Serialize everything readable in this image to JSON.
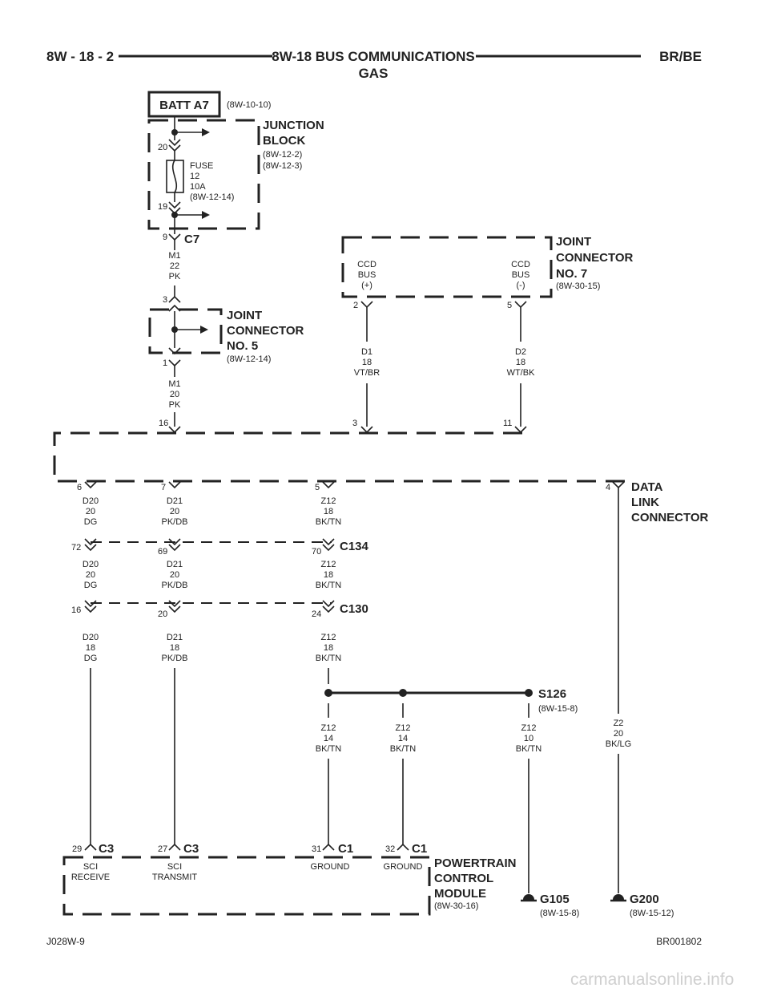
{
  "header": {
    "page_left": "8W - 18 - 2",
    "title_line1": "8W-18 BUS COMMUNICATIONS",
    "title_line2": "GAS",
    "page_right": "BR/BE"
  },
  "batt": {
    "label": "BATT A7",
    "ref": "(8W-10-10)"
  },
  "junction_block": {
    "name_line1": "JUNCTION",
    "name_line2": "BLOCK",
    "ref1": "(8W-12-2)",
    "ref2": "(8W-12-3)",
    "pin_top": "20",
    "pin_bottom": "19",
    "fuse_line1": "FUSE",
    "fuse_line2": "12",
    "fuse_line3": "10A",
    "fuse_line4": "(8W-12-14)"
  },
  "c7": {
    "pin": "9",
    "label": "C7"
  },
  "wire_m1_22": {
    "line1": "M1",
    "line2": "22",
    "line3": "PK"
  },
  "joint5": {
    "name_line1": "JOINT",
    "name_line2": "CONNECTOR",
    "name_line3": "NO. 5",
    "ref": "(8W-12-14)",
    "pin_top": "3",
    "pin_bottom": "1"
  },
  "wire_m1_20": {
    "line1": "M1",
    "line2": "20",
    "line3": "PK"
  },
  "joint7": {
    "name_line1": "JOINT",
    "name_line2": "CONNECTOR",
    "name_line3": "NO. 7",
    "ref": "(8W-30-15)",
    "plus_line1": "CCD",
    "plus_line2": "BUS",
    "plus_line3": "(+)",
    "minus_line1": "CCD",
    "minus_line2": "BUS",
    "minus_line3": "(-)",
    "pin_plus": "2",
    "pin_minus": "5"
  },
  "wire_d1": {
    "line1": "D1",
    "line2": "18",
    "line3": "VT/BR"
  },
  "wire_d2": {
    "line1": "D2",
    "line2": "18",
    "line3": "WT/BK"
  },
  "dlc": {
    "name_line1": "DATA",
    "name_line2": "LINK",
    "name_line3": "CONNECTOR",
    "pin_in_m1": "16",
    "pin_in_d1": "3",
    "pin_in_d2": "11",
    "pin_d20": "6",
    "pin_d21": "7",
    "pin_z12": "5",
    "pin_z2": "4"
  },
  "wires_dlc": {
    "d20": {
      "line1": "D20",
      "line2": "20",
      "line3": "DG"
    },
    "d21": {
      "line1": "D21",
      "line2": "20",
      "line3": "PK/DB"
    },
    "z12": {
      "line1": "Z12",
      "line2": "18",
      "line3": "BK/TN"
    }
  },
  "c134": {
    "label": "C134",
    "pin_d20": "72",
    "pin_d21": "69",
    "pin_z12": "70"
  },
  "wires_c134": {
    "d20": {
      "line1": "D20",
      "line2": "20",
      "line3": "DG"
    },
    "d21": {
      "line1": "D21",
      "line2": "20",
      "line3": "PK/DB"
    },
    "z12": {
      "line1": "Z12",
      "line2": "18",
      "line3": "BK/TN"
    }
  },
  "c130": {
    "label": "C130",
    "pin_d20": "16",
    "pin_d21": "20",
    "pin_z12": "24"
  },
  "wires_c130": {
    "d20": {
      "line1": "D20",
      "line2": "18",
      "line3": "DG"
    },
    "d21": {
      "line1": "D21",
      "line2": "18",
      "line3": "PK/DB"
    },
    "z12": {
      "line1": "Z12",
      "line2": "18",
      "line3": "BK/TN"
    }
  },
  "s126": {
    "label": "S126",
    "ref": "(8W-15-8)"
  },
  "wires_s126": {
    "z12a": {
      "line1": "Z12",
      "line2": "14",
      "line3": "BK/TN"
    },
    "z12b": {
      "line1": "Z12",
      "line2": "14",
      "line3": "BK/TN"
    },
    "z12c": {
      "line1": "Z12",
      "line2": "10",
      "line3": "BK/TN"
    }
  },
  "wire_z2": {
    "line1": "Z2",
    "line2": "20",
    "line3": "BK/LG"
  },
  "pcm": {
    "name_line1": "POWERTRAIN",
    "name_line2": "CONTROL",
    "name_line3": "MODULE",
    "ref": "(8W-30-16)",
    "pin_sci_rx": "29",
    "conn_sci_rx": "C3",
    "pin_sci_tx": "27",
    "conn_sci_tx": "C3",
    "pin_gnd1": "31",
    "conn_gnd1": "C1",
    "pin_gnd2": "32",
    "conn_gnd2": "C1",
    "sci_rx_line1": "SCI",
    "sci_rx_line2": "RECEIVE",
    "sci_tx_line1": "SCI",
    "sci_tx_line2": "TRANSMIT",
    "gnd1": "GROUND",
    "gnd2": "GROUND"
  },
  "g105": {
    "label": "G105",
    "ref": "(8W-15-8)"
  },
  "g200": {
    "label": "G200",
    "ref": "(8W-15-12)"
  },
  "footer": {
    "left": "J028W-9",
    "right": "BR001802"
  },
  "watermark": "carmanualsonline.info"
}
